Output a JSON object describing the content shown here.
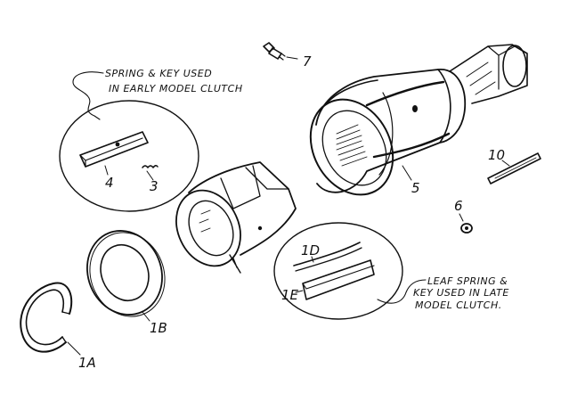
{
  "notes": {
    "early": {
      "line1": "SPRING & KEY USED",
      "line2": "IN EARLY MODEL CLUTCH"
    },
    "late": {
      "line1": "LEAF SPRING &",
      "line2": "KEY USED IN LATE",
      "line3": "MODEL CLUTCH."
    }
  },
  "parts": [
    {
      "id": "retaining-ring",
      "label": "1A"
    },
    {
      "id": "thrust-washer",
      "label": "1B"
    },
    {
      "id": "leaf-spring",
      "label": "1D"
    },
    {
      "id": "leaf-key",
      "label": "1E"
    },
    {
      "id": "clutch-sleeve",
      "label": ""
    },
    {
      "id": "spring",
      "label": "3"
    },
    {
      "id": "key",
      "label": "4"
    },
    {
      "id": "clutch-housing",
      "label": "5"
    },
    {
      "id": "plug",
      "label": "6"
    },
    {
      "id": "grease-fitting",
      "label": "7"
    },
    {
      "id": "pin",
      "label": "10"
    }
  ]
}
